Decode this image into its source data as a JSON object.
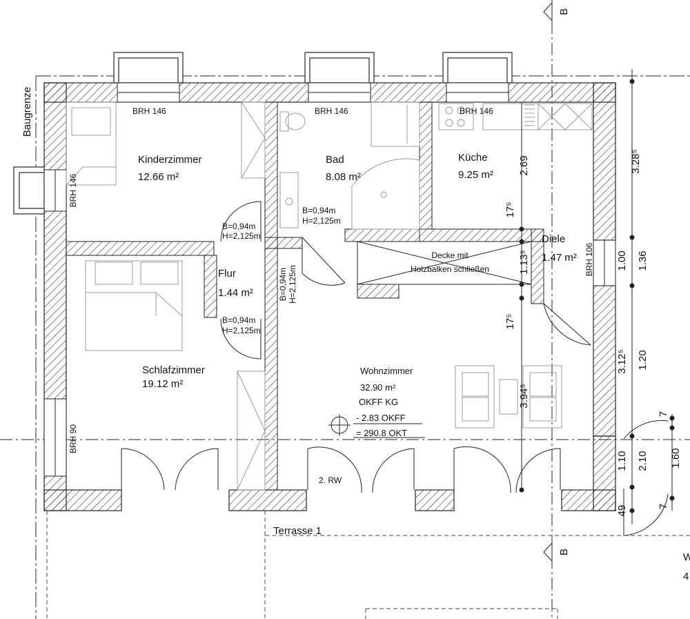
{
  "rooms": {
    "kinderzimmer": {
      "name": "Kinderzimmer",
      "area": "12.66 m²"
    },
    "bad": {
      "name": "Bad",
      "area": "8.08 m²"
    },
    "kueche": {
      "name": "Küche",
      "area": "9.25 m²"
    },
    "diele": {
      "name": "Diele",
      "area": "1.47 m²"
    },
    "flur": {
      "name": "Flur",
      "area": "1.44 m²"
    },
    "schlafzimmer": {
      "name": "Schlafzimmer",
      "area": "19.12 m²"
    },
    "wohnzimmer": {
      "name": "Wohnzimmer",
      "area": "32.90 m²"
    }
  },
  "level": {
    "line1": "OKFF KG",
    "line2": "- 2.83 OKFF",
    "line3": "=  290.8 OKT"
  },
  "brh": {
    "kinder": "BRH 146",
    "bad": "BRH 146",
    "kueche": "BRH 146",
    "kinder_side": "BRH 146",
    "diele_side": "BRH 106",
    "schlaf_side": "BRH 90"
  },
  "doors": {
    "d1_b": "B=0,94m",
    "d1_h": "H=2,125m",
    "d2_b": "B=0,94m",
    "d2_h": "H=2,125m",
    "d3_b": "B=0,94m",
    "d3_h": "H=2,125m",
    "d4_b": "B=0,94m",
    "d4_h": "H=2,125m"
  },
  "ceiling_note": {
    "line1": "Decke mit",
    "line2": "Holzbalken schließen"
  },
  "labels": {
    "baugrenze": "Baugrenze",
    "terrasse": "Terrasse 1",
    "rw": "2. RW",
    "section_top": "B",
    "section_bottom": "B",
    "edge_w": "W",
    "edge_4": "4"
  },
  "dims": {
    "v269": "2.69",
    "v17a": "17⁵",
    "v113": "1.13⁵",
    "v17b": "17⁵",
    "v394": "3.94⁵",
    "r328": "3.28⁵",
    "r100": "1.00",
    "r136": "1.36",
    "r312": "3.12⁵",
    "r120": "1.20",
    "r110": "1.10",
    "r210": "2.10",
    "r49": "49",
    "r7a": "7",
    "r160": "1.60",
    "r7b": "7"
  }
}
